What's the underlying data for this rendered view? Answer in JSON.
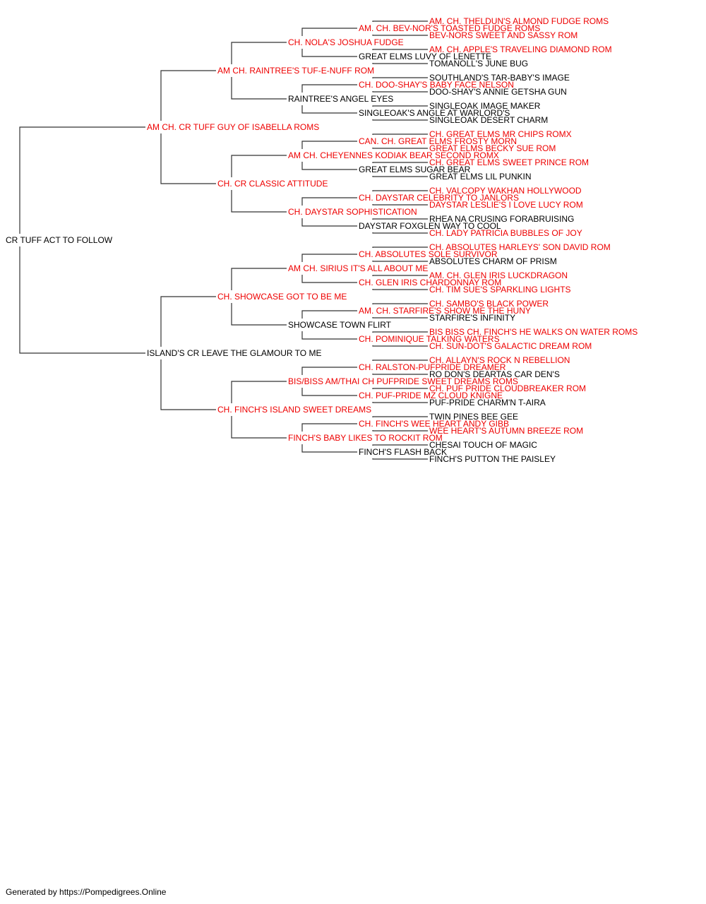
{
  "colors": {
    "titled": "#ee0000",
    "plain": "#000000",
    "line": "#333333"
  },
  "footer": "Generated by https://Pompedigrees.Online",
  "pedigree": {
    "name": "CR TUFF ACT TO FOLLOW",
    "titled": false,
    "sire": {
      "name": "AM CH. CR TUFF GUY OF ISABELLA ROMS",
      "titled": true,
      "sire": {
        "name": "AM CH. RAINTREE'S TUF-E-NUFF ROM",
        "titled": true,
        "sire": {
          "name": "CH. NOLA'S JOSHUA FUDGE",
          "titled": true,
          "sire": {
            "name": "AM. CH. BEV-NOR'S TOASTED FUDGE ROMS",
            "titled": true,
            "sire": {
              "name": "AM. CH. THELDUN'S ALMOND FUDGE ROMS",
              "titled": true
            },
            "dam": {
              "name": "BEV-NORS SWEET AND SASSY ROM",
              "titled": true
            }
          },
          "dam": {
            "name": "GREAT ELMS LUVY OF LENETTE",
            "titled": false,
            "sire": {
              "name": "AM. CH. APPLE'S TRAVELING DIAMOND ROM",
              "titled": true
            },
            "dam": {
              "name": "TOMANOLL'S JUNE BUG",
              "titled": false
            }
          }
        },
        "dam": {
          "name": "RAINTREE'S ANGEL EYES",
          "titled": false,
          "sire": {
            "name": "CH. DOO-SHAY'S BABY FACE NELSON",
            "titled": true,
            "sire": {
              "name": "SOUTHLAND'S TAR-BABY'S IMAGE",
              "titled": false
            },
            "dam": {
              "name": "DOO-SHAY'S ANNIE GETSHA GUN",
              "titled": false
            }
          },
          "dam": {
            "name": "SINGLEOAK'S ANGLE AT WARLORD'S",
            "titled": false,
            "sire": {
              "name": "SINGLEOAK IMAGE MAKER",
              "titled": false
            },
            "dam": {
              "name": "SINGLEOAK DESERT CHARM",
              "titled": false
            }
          }
        }
      },
      "dam": {
        "name": "CH. CR CLASSIC ATTITUDE",
        "titled": true,
        "sire": {
          "name": "AM CH. CHEYENNES KODIAK BEAR SECOND ROMX",
          "titled": true,
          "sire": {
            "name": "CAN. CH. GREAT ELMS FROSTY MORN",
            "titled": true,
            "sire": {
              "name": "CH. GREAT ELMS MR CHIPS ROMX",
              "titled": true
            },
            "dam": {
              "name": "GREAT ELMS BECKY SUE ROM",
              "titled": true
            }
          },
          "dam": {
            "name": "GREAT ELMS SUGAR BEAR",
            "titled": false,
            "sire": {
              "name": "CH. GREAT ELMS SWEET PRINCE ROM",
              "titled": true
            },
            "dam": {
              "name": "GREAT ELMS LIL PUNKIN",
              "titled": false
            }
          }
        },
        "dam": {
          "name": "CH. DAYSTAR SOPHISTICATION",
          "titled": true,
          "sire": {
            "name": "CH. DAYSTAR CELEBRITY TO JANLORS",
            "titled": true,
            "sire": {
              "name": "CH. VALCOPY WAKHAN HOLLYWOOD",
              "titled": true
            },
            "dam": {
              "name": "DAYSTAR LESLIE'S I LOVE LUCY ROM",
              "titled": true
            }
          },
          "dam": {
            "name": "DAYSTAR FOXGLEN WAY TO COOL",
            "titled": false,
            "sire": {
              "name": "RHEA NA CRUSING FORABRUISING",
              "titled": false
            },
            "dam": {
              "name": "CH. LADY PATRICIA BUBBLES OF JOY",
              "titled": true
            }
          }
        }
      }
    },
    "dam": {
      "name": "ISLAND'S CR LEAVE THE GLAMOUR TO ME",
      "titled": false,
      "sire": {
        "name": "CH. SHOWCASE GOT TO BE ME",
        "titled": true,
        "sire": {
          "name": "AM CH. SIRIUS IT'S ALL ABOUT ME",
          "titled": true,
          "sire": {
            "name": "CH. ABSOLUTES SOLE SURVIVOR",
            "titled": true,
            "sire": {
              "name": "CH. ABSOLUTES HARLEYS' SON DAVID ROM",
              "titled": true
            },
            "dam": {
              "name": "ABSOLUTES CHARM OF PRISM",
              "titled": false
            }
          },
          "dam": {
            "name": "CH. GLEN IRIS CHARDONNAY ROM",
            "titled": true,
            "sire": {
              "name": "AM. CH. GLEN IRIS LUCKDRAGON",
              "titled": true
            },
            "dam": {
              "name": "CH. TIM SUE'S SPARKLING LIGHTS",
              "titled": true
            }
          }
        },
        "dam": {
          "name": "SHOWCASE TOWN FLIRT",
          "titled": false,
          "sire": {
            "name": "AM. CH. STARFIRE'S SHOW ME THE HUNY",
            "titled": true,
            "sire": {
              "name": "CH. SAMBO'S BLACK POWER",
              "titled": true
            },
            "dam": {
              "name": "STARFIRE'S INFINITY",
              "titled": false
            }
          },
          "dam": {
            "name": "CH. POMINIQUE TALKING WATERS",
            "titled": true,
            "sire": {
              "name": "BIS BISS CH. FINCH'S HE WALKS ON WATER ROMS",
              "titled": true
            },
            "dam": {
              "name": "CH. SUN-DOT'S GALACTIC DREAM ROM",
              "titled": true
            }
          }
        }
      },
      "dam": {
        "name": "CH. FINCH'S ISLAND SWEET DREAMS",
        "titled": true,
        "sire": {
          "name": "BIS/BISS AM/THAI CH PUFPRIDE SWEET DREAMS ROMS",
          "titled": true,
          "sire": {
            "name": "CH. RALSTON-PUFPRIDE DREAMER",
            "titled": true,
            "sire": {
              "name": "CH. ALLAYN'S ROCK N REBELLION",
              "titled": true
            },
            "dam": {
              "name": "RO DON'S DEARTAS CAR DEN'S",
              "titled": false
            }
          },
          "dam": {
            "name": "CH. PUF-PRIDE MZ CLOUD KNIGNE",
            "titled": true,
            "sire": {
              "name": "CH. PUF PRIDE CLOUDBREAKER ROM",
              "titled": true
            },
            "dam": {
              "name": "PUF-PRIDE CHARM'N T-AIRA",
              "titled": false
            }
          }
        },
        "dam": {
          "name": "FINCH'S BABY LIKES TO ROCKIT ROM",
          "titled": true,
          "sire": {
            "name": "CH. FINCH'S WEE HEART ANDY GIBB",
            "titled": true,
            "sire": {
              "name": "TWIN PINES BEE GEE",
              "titled": false
            },
            "dam": {
              "name": "WEE HEART'S AUTUMN BREEZE ROM",
              "titled": true
            }
          },
          "dam": {
            "name": "FINCH'S FLASH BACK",
            "titled": false,
            "sire": {
              "name": "CHESAI TOUCH OF MAGIC",
              "titled": false
            },
            "dam": {
              "name": "FINCH'S PUTTON THE PAISLEY",
              "titled": false
            }
          }
        }
      }
    }
  }
}
